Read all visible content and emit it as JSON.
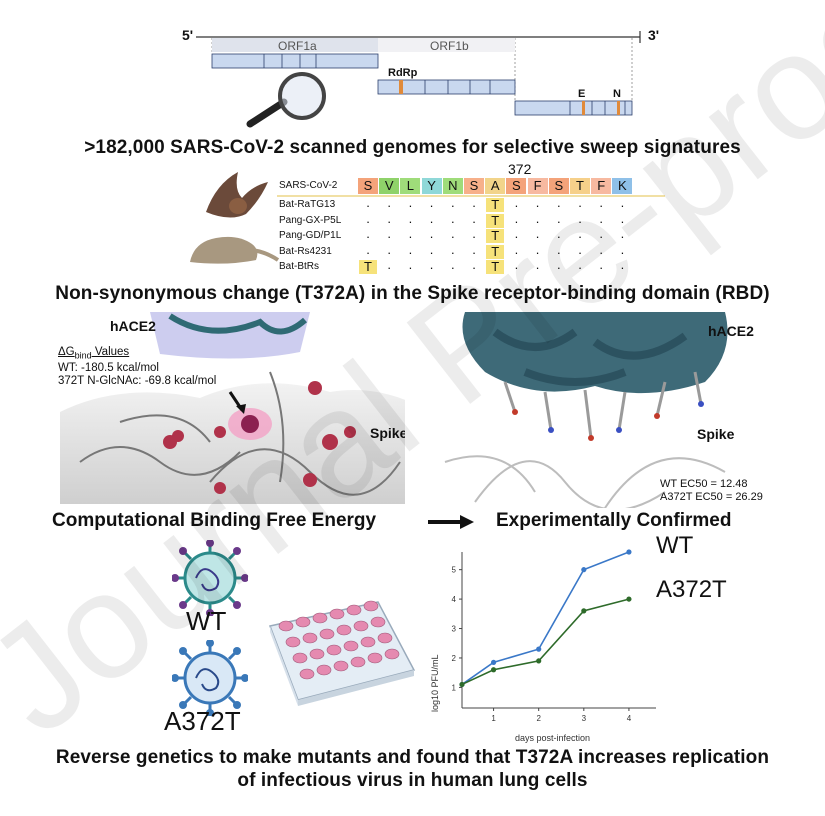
{
  "genome": {
    "five_prime": "5'",
    "three_prime": "3'",
    "orf1a": "ORF1a",
    "orf1b": "ORF1b",
    "rdrp": "RdRp",
    "e": "E",
    "n": "N"
  },
  "headline1": ">182,000 SARS-CoV-2 scanned genomes for selective sweep signatures",
  "alignment": {
    "position": "372",
    "reference_name": "SARS-CoV-2",
    "reference_residues": [
      {
        "aa": "S",
        "color": "#f4a37a"
      },
      {
        "aa": "V",
        "color": "#8fd26a"
      },
      {
        "aa": "L",
        "color": "#9fdc7a"
      },
      {
        "aa": "Y",
        "color": "#8fd8d8"
      },
      {
        "aa": "N",
        "color": "#9fdc7a"
      },
      {
        "aa": "S",
        "color": "#f7b08a"
      },
      {
        "aa": "A",
        "color": "#f2d48a"
      },
      {
        "aa": "S",
        "color": "#f4a37a"
      },
      {
        "aa": "F",
        "color": "#f7b9a0"
      },
      {
        "aa": "S",
        "color": "#f4a37a"
      },
      {
        "aa": "T",
        "color": "#f6d08a"
      },
      {
        "aa": "F",
        "color": "#f7b9a0"
      },
      {
        "aa": "K",
        "color": "#8fc0e8"
      }
    ],
    "others": [
      {
        "name": "Bat-RaTG13",
        "mut_index": 6,
        "mut": "T"
      },
      {
        "name": "Pang-GX-P5L",
        "mut_index": 6,
        "mut": "T"
      },
      {
        "name": "Pang-GD/P1L",
        "mut_index": 6,
        "mut": "T"
      },
      {
        "name": "Bat-Rs4231",
        "mut_index": 6,
        "mut": "T"
      },
      {
        "name": "Bat-BtRs",
        "mut_index": 0,
        "mut": "T",
        "mut2_index": 6
      }
    ],
    "dot": "."
  },
  "headline2": "Non-synonymous change (T372A) in the Spike receptor-binding domain (RBD)",
  "left_structure": {
    "hace2": "hACE2",
    "dg_title": "ΔG",
    "dg_sub": "bind",
    "dg_title_suffix": " Values",
    "wt_line": "WT: -180.5 kcal/mol",
    "mut_line": "372T N-GlcNAc: -69.8 kcal/mol",
    "spike": "Spike"
  },
  "right_structure": {
    "hace2": "hACE2",
    "spike": "Spike",
    "wt_ec50": "WT EC50 = 12.48",
    "mut_ec50": "A372T EC50 = 26.29"
  },
  "caption_left": "Computational Binding Free Energy",
  "caption_right": "Experimentally Confirmed",
  "virus_wt": "WT",
  "virus_mut": "A372T",
  "chart_data": {
    "type": "line",
    "xlabel": "days post-infection",
    "ylabel": "log10 PFU/mL",
    "x_ticks": [
      1,
      2,
      3,
      4
    ],
    "y_ticks": [
      1,
      2,
      3,
      4,
      5
    ],
    "xlim": [
      0.3,
      4.6
    ],
    "ylim": [
      0.3,
      5.6
    ],
    "series": [
      {
        "name": "WT",
        "color": "#3a78c8",
        "x": [
          0.3,
          1,
          2,
          3,
          4
        ],
        "y": [
          1.1,
          1.85,
          2.3,
          5.0,
          5.6
        ]
      },
      {
        "name": "A372T",
        "color": "#2e6b2a",
        "x": [
          0.3,
          1,
          2,
          3,
          4
        ],
        "y": [
          1.1,
          1.6,
          1.9,
          3.6,
          4.0
        ]
      }
    ]
  },
  "headline3_line1": "Reverse genetics to make mutants and found that T372A increases replication",
  "headline3_line2": "of infectious virus in human lung cells",
  "watermark": "Journal Pre-proof"
}
